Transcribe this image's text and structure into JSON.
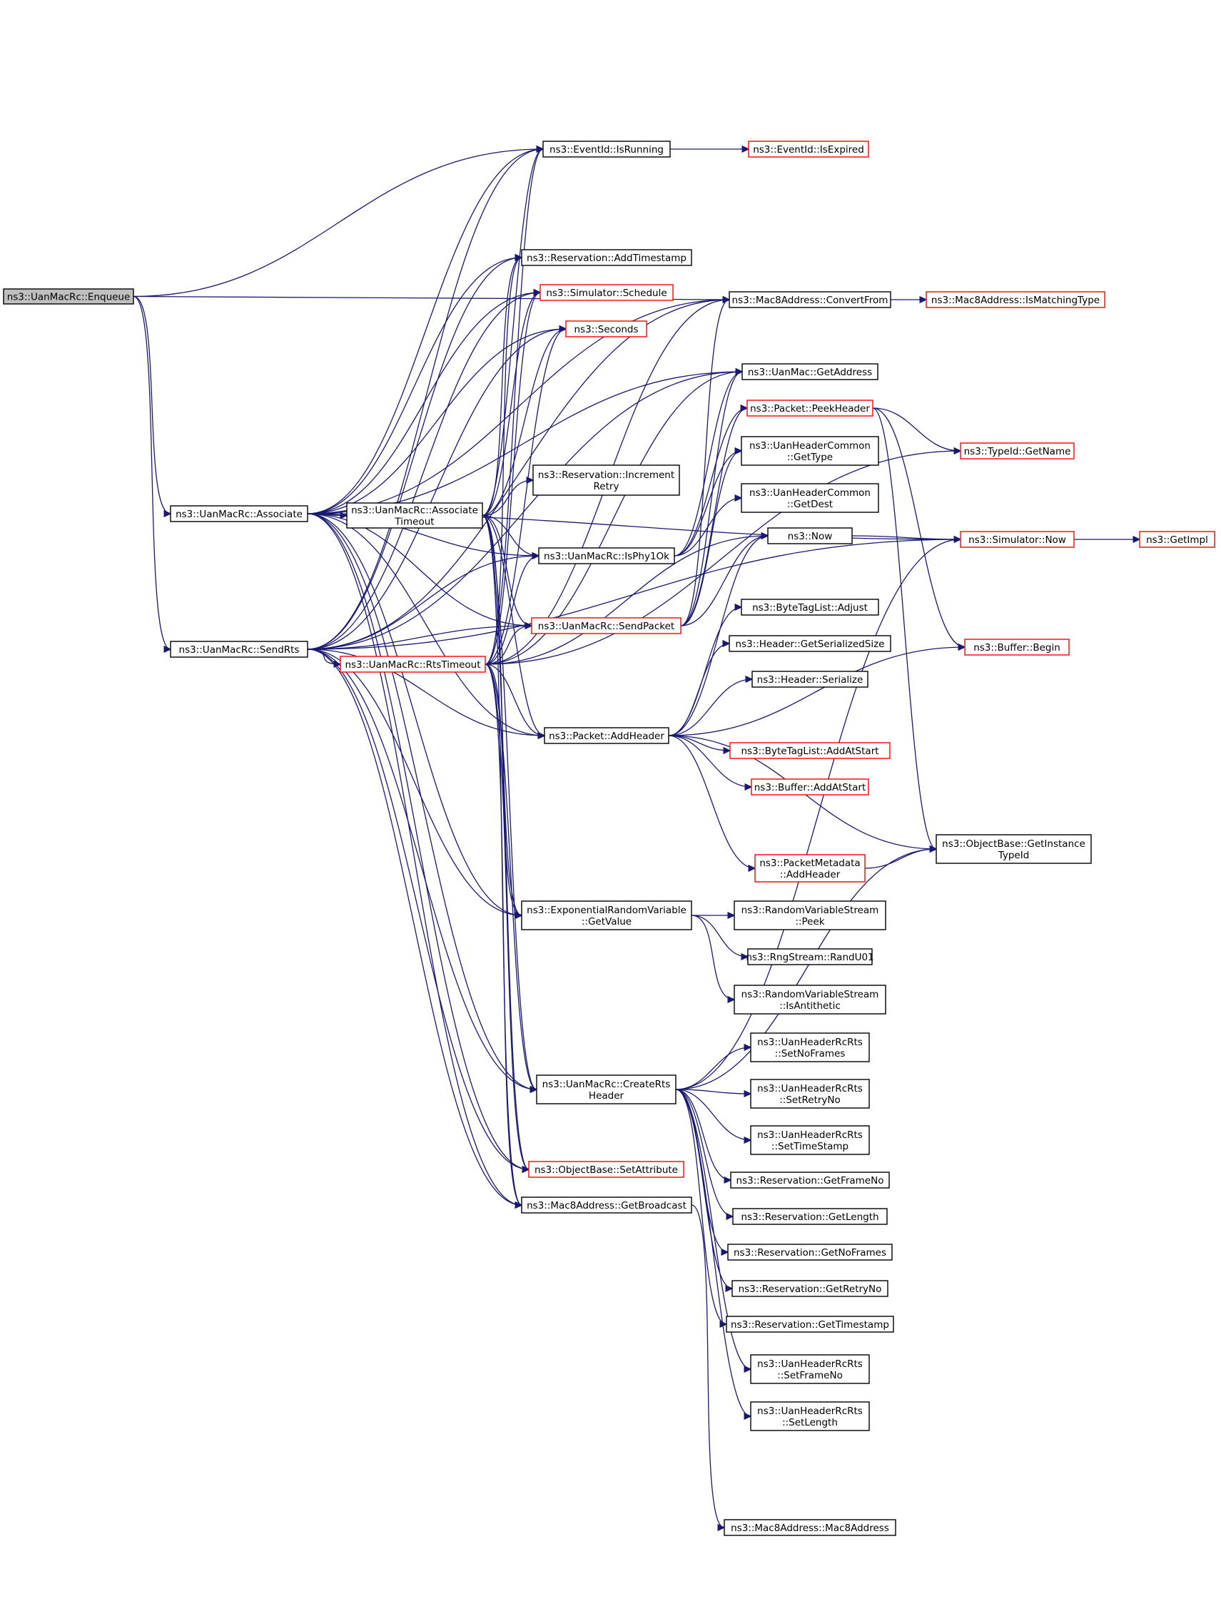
{
  "title": "",
  "colors": {
    "edge": "#191970",
    "node_border": "#000000",
    "node_border_truncated": "#ff0000",
    "root_fill": "#bfbfbf"
  },
  "nodes": [
    {
      "id": "enqueue",
      "lines": [
        "ns3::UanMacRc::Enqueue"
      ],
      "style": "root"
    },
    {
      "id": "associate",
      "lines": [
        "ns3::UanMacRc::Associate"
      ],
      "style": "normal"
    },
    {
      "id": "sendrts",
      "lines": [
        "ns3::UanMacRc::SendRts"
      ],
      "style": "normal"
    },
    {
      "id": "assoctimeout",
      "lines": [
        "ns3::UanMacRc::Associate",
        "Timeout"
      ],
      "style": "normal"
    },
    {
      "id": "rtstimeout",
      "lines": [
        "ns3::UanMacRc::RtsTimeout"
      ],
      "style": "red"
    },
    {
      "id": "isrunning",
      "lines": [
        "ns3::EventId::IsRunning"
      ],
      "style": "normal"
    },
    {
      "id": "isexpired",
      "lines": [
        "ns3::EventId::IsExpired"
      ],
      "style": "red"
    },
    {
      "id": "addtimestamp",
      "lines": [
        "ns3::Reservation::AddTimestamp"
      ],
      "style": "normal"
    },
    {
      "id": "schedule",
      "lines": [
        "ns3::Simulator::Schedule"
      ],
      "style": "red"
    },
    {
      "id": "seconds",
      "lines": [
        "ns3::Seconds"
      ],
      "style": "red"
    },
    {
      "id": "incretry",
      "lines": [
        "ns3::Reservation::Increment",
        "Retry"
      ],
      "style": "normal"
    },
    {
      "id": "isphy1ok",
      "lines": [
        "ns3::UanMacRc::IsPhy1Ok"
      ],
      "style": "normal"
    },
    {
      "id": "sendpacket",
      "lines": [
        "ns3::UanMacRc::SendPacket"
      ],
      "style": "red"
    },
    {
      "id": "addheader",
      "lines": [
        "ns3::Packet::AddHeader"
      ],
      "style": "normal"
    },
    {
      "id": "expgetvalue",
      "lines": [
        "ns3::ExponentialRandomVariable",
        "::GetValue"
      ],
      "style": "normal"
    },
    {
      "id": "creatrts",
      "lines": [
        "ns3::UanMacRc::CreateRts",
        "Header"
      ],
      "style": "normal"
    },
    {
      "id": "setattribute",
      "lines": [
        "ns3::ObjectBase::SetAttribute"
      ],
      "style": "red"
    },
    {
      "id": "getbroadcast",
      "lines": [
        "ns3::Mac8Address::GetBroadcast"
      ],
      "style": "normal"
    },
    {
      "id": "convertfrom",
      "lines": [
        "ns3::Mac8Address::ConvertFrom"
      ],
      "style": "normal"
    },
    {
      "id": "ismatchingtype",
      "lines": [
        "ns3::Mac8Address::IsMatchingType"
      ],
      "style": "red"
    },
    {
      "id": "getaddress",
      "lines": [
        "ns3::UanMac::GetAddress"
      ],
      "style": "normal"
    },
    {
      "id": "peekheader",
      "lines": [
        "ns3::Packet::PeekHeader"
      ],
      "style": "red"
    },
    {
      "id": "gettype",
      "lines": [
        "ns3::UanHeaderCommon",
        "::GetType"
      ],
      "style": "normal"
    },
    {
      "id": "getdest",
      "lines": [
        "ns3::UanHeaderCommon",
        "::GetDest"
      ],
      "style": "normal"
    },
    {
      "id": "now",
      "lines": [
        "ns3::Now"
      ],
      "style": "normal"
    },
    {
      "id": "adjust",
      "lines": [
        "ns3::ByteTagList::Adjust"
      ],
      "style": "normal"
    },
    {
      "id": "getserializedsize",
      "lines": [
        "ns3::Header::GetSerializedSize"
      ],
      "style": "normal"
    },
    {
      "id": "serialize",
      "lines": [
        "ns3::Header::Serialize"
      ],
      "style": "normal"
    },
    {
      "id": "btladdatstart",
      "lines": [
        "ns3::ByteTagList::AddAtStart"
      ],
      "style": "red"
    },
    {
      "id": "bufaddatstart",
      "lines": [
        "ns3::Buffer::AddAtStart"
      ],
      "style": "red"
    },
    {
      "id": "pmaddheader",
      "lines": [
        "ns3::PacketMetadata",
        "::AddHeader"
      ],
      "style": "red"
    },
    {
      "id": "getname",
      "lines": [
        "ns3::TypeId::GetName"
      ],
      "style": "red"
    },
    {
      "id": "simnow",
      "lines": [
        "ns3::Simulator::Now"
      ],
      "style": "red"
    },
    {
      "id": "getimpl",
      "lines": [
        "ns3::GetImpl"
      ],
      "style": "red"
    },
    {
      "id": "bufbegin",
      "lines": [
        "ns3::Buffer::Begin"
      ],
      "style": "red"
    },
    {
      "id": "getinstancetypeid",
      "lines": [
        "ns3::ObjectBase::GetInstance",
        "TypeId"
      ],
      "style": "normal"
    },
    {
      "id": "rvspeek",
      "lines": [
        "ns3::RandomVariableStream",
        "::Peek"
      ],
      "style": "normal"
    },
    {
      "id": "randu01",
      "lines": [
        "ns3::RngStream::RandU01"
      ],
      "style": "normal"
    },
    {
      "id": "isantithetic",
      "lines": [
        "ns3::RandomVariableStream",
        "::IsAntithetic"
      ],
      "style": "normal"
    },
    {
      "id": "setnoframes",
      "lines": [
        "ns3::UanHeaderRcRts",
        "::SetNoFrames"
      ],
      "style": "normal"
    },
    {
      "id": "setretryno",
      "lines": [
        "ns3::UanHeaderRcRts",
        "::SetRetryNo"
      ],
      "style": "normal"
    },
    {
      "id": "settimestamp",
      "lines": [
        "ns3::UanHeaderRcRts",
        "::SetTimeStamp"
      ],
      "style": "normal"
    },
    {
      "id": "getframeno",
      "lines": [
        "ns3::Reservation::GetFrameNo"
      ],
      "style": "normal"
    },
    {
      "id": "getlength",
      "lines": [
        "ns3::Reservation::GetLength"
      ],
      "style": "normal"
    },
    {
      "id": "getnoframes",
      "lines": [
        "ns3::Reservation::GetNoFrames"
      ],
      "style": "normal"
    },
    {
      "id": "getretryno",
      "lines": [
        "ns3::Reservation::GetRetryNo"
      ],
      "style": "normal"
    },
    {
      "id": "gettimestamp",
      "lines": [
        "ns3::Reservation::GetTimestamp"
      ],
      "style": "normal"
    },
    {
      "id": "setframeno",
      "lines": [
        "ns3::UanHeaderRcRts",
        "::SetFrameNo"
      ],
      "style": "normal"
    },
    {
      "id": "setlength",
      "lines": [
        "ns3::UanHeaderRcRts",
        "::SetLength"
      ],
      "style": "normal"
    },
    {
      "id": "mac8address",
      "lines": [
        "ns3::Mac8Address::Mac8Address"
      ],
      "style": "normal"
    }
  ],
  "edges": [
    [
      "enqueue",
      "isrunning"
    ],
    [
      "enqueue",
      "convertfrom"
    ],
    [
      "enqueue",
      "associate"
    ],
    [
      "enqueue",
      "sendrts"
    ],
    [
      "associate",
      "isrunning"
    ],
    [
      "associate",
      "convertfrom"
    ],
    [
      "associate",
      "getaddress"
    ],
    [
      "associate",
      "addtimestamp"
    ],
    [
      "associate",
      "schedule"
    ],
    [
      "associate",
      "seconds"
    ],
    [
      "associate",
      "assoctimeout"
    ],
    [
      "associate",
      "isphy1ok"
    ],
    [
      "associate",
      "sendpacket"
    ],
    [
      "associate",
      "addheader"
    ],
    [
      "associate",
      "expgetvalue"
    ],
    [
      "associate",
      "creatrts"
    ],
    [
      "associate",
      "setattribute"
    ],
    [
      "associate",
      "getbroadcast"
    ],
    [
      "associate",
      "simnow"
    ],
    [
      "sendrts",
      "isrunning"
    ],
    [
      "sendrts",
      "convertfrom"
    ],
    [
      "sendrts",
      "getaddress"
    ],
    [
      "sendrts",
      "addtimestamp"
    ],
    [
      "sendrts",
      "schedule"
    ],
    [
      "sendrts",
      "seconds"
    ],
    [
      "sendrts",
      "rtstimeout"
    ],
    [
      "sendrts",
      "isphy1ok"
    ],
    [
      "sendrts",
      "sendpacket"
    ],
    [
      "sendrts",
      "addheader"
    ],
    [
      "sendrts",
      "expgetvalue"
    ],
    [
      "sendrts",
      "creatrts"
    ],
    [
      "sendrts",
      "setattribute"
    ],
    [
      "sendrts",
      "getbroadcast"
    ],
    [
      "sendrts",
      "simnow"
    ],
    [
      "assoctimeout",
      "isrunning"
    ],
    [
      "assoctimeout",
      "addtimestamp"
    ],
    [
      "assoctimeout",
      "schedule"
    ],
    [
      "assoctimeout",
      "seconds"
    ],
    [
      "assoctimeout",
      "incretry"
    ],
    [
      "assoctimeout",
      "isphy1ok"
    ],
    [
      "assoctimeout",
      "sendpacket"
    ],
    [
      "assoctimeout",
      "addheader"
    ],
    [
      "assoctimeout",
      "expgetvalue"
    ],
    [
      "assoctimeout",
      "creatrts"
    ],
    [
      "assoctimeout",
      "setattribute"
    ],
    [
      "assoctimeout",
      "getbroadcast"
    ],
    [
      "rtstimeout",
      "isrunning"
    ],
    [
      "rtstimeout",
      "convertfrom"
    ],
    [
      "rtstimeout",
      "getaddress"
    ],
    [
      "rtstimeout",
      "addtimestamp"
    ],
    [
      "rtstimeout",
      "schedule"
    ],
    [
      "rtstimeout",
      "seconds"
    ],
    [
      "rtstimeout",
      "isphy1ok"
    ],
    [
      "rtstimeout",
      "sendpacket"
    ],
    [
      "rtstimeout",
      "addheader"
    ],
    [
      "rtstimeout",
      "expgetvalue"
    ],
    [
      "rtstimeout",
      "creatrts"
    ],
    [
      "rtstimeout",
      "setattribute"
    ],
    [
      "rtstimeout",
      "getbroadcast"
    ],
    [
      "rtstimeout",
      "now"
    ],
    [
      "rtstimeout",
      "getname"
    ],
    [
      "isrunning",
      "isexpired"
    ],
    [
      "convertfrom",
      "ismatchingtype"
    ],
    [
      "isphy1ok",
      "getaddress"
    ],
    [
      "isphy1ok",
      "peekheader"
    ],
    [
      "isphy1ok",
      "gettype"
    ],
    [
      "isphy1ok",
      "getdest"
    ],
    [
      "sendpacket",
      "convertfrom"
    ],
    [
      "sendpacket",
      "getaddress"
    ],
    [
      "sendpacket",
      "peekheader"
    ],
    [
      "sendpacket",
      "gettype"
    ],
    [
      "sendpacket",
      "now"
    ],
    [
      "addheader",
      "now"
    ],
    [
      "addheader",
      "adjust"
    ],
    [
      "addheader",
      "getserializedsize"
    ],
    [
      "addheader",
      "serialize"
    ],
    [
      "addheader",
      "btladdatstart"
    ],
    [
      "addheader",
      "bufaddatstart"
    ],
    [
      "addheader",
      "pmaddheader"
    ],
    [
      "addheader",
      "getinstancetypeid"
    ],
    [
      "addheader",
      "bufbegin"
    ],
    [
      "peekheader",
      "getname"
    ],
    [
      "peekheader",
      "getinstancetypeid"
    ],
    [
      "peekheader",
      "bufbegin"
    ],
    [
      "now",
      "simnow"
    ],
    [
      "simnow",
      "getimpl"
    ],
    [
      "pmaddheader",
      "getinstancetypeid"
    ],
    [
      "expgetvalue",
      "rvspeek"
    ],
    [
      "expgetvalue",
      "randu01"
    ],
    [
      "expgetvalue",
      "isantithetic"
    ],
    [
      "creatrts",
      "setnoframes"
    ],
    [
      "creatrts",
      "setretryno"
    ],
    [
      "creatrts",
      "settimestamp"
    ],
    [
      "creatrts",
      "getframeno"
    ],
    [
      "creatrts",
      "getlength"
    ],
    [
      "creatrts",
      "getnoframes"
    ],
    [
      "creatrts",
      "getretryno"
    ],
    [
      "creatrts",
      "gettimestamp"
    ],
    [
      "creatrts",
      "setframeno"
    ],
    [
      "creatrts",
      "setlength"
    ],
    [
      "creatrts",
      "simnow"
    ],
    [
      "creatrts",
      "getinstancetypeid"
    ],
    [
      "getbroadcast",
      "mac8address"
    ]
  ]
}
